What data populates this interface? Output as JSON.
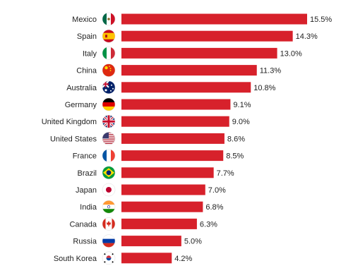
{
  "chart_data": {
    "type": "bar",
    "orientation": "horizontal",
    "categories": [
      "Mexico",
      "Spain",
      "Italy",
      "China",
      "Australia",
      "Germany",
      "United Kingdom",
      "United States",
      "France",
      "Brazil",
      "Japan",
      "India",
      "Canada",
      "Russia",
      "South Korea"
    ],
    "values": [
      15.5,
      14.3,
      13.0,
      11.3,
      10.8,
      9.1,
      9.0,
      8.6,
      8.5,
      7.7,
      7.0,
      6.8,
      6.3,
      5.0,
      4.2
    ],
    "value_labels": [
      "15.5%",
      "14.3%",
      "13.0%",
      "11.3%",
      "10.8%",
      "9.1%",
      "9.0%",
      "8.6%",
      "8.5%",
      "7.7%",
      "7.0%",
      "6.8%",
      "6.3%",
      "5.0%",
      "4.2%"
    ],
    "title": "",
    "xlabel": "",
    "ylabel": "",
    "xlim": [
      0,
      15.5
    ],
    "grid": false,
    "bar_color": "#d7212b",
    "flags": [
      "mexico-flag-icon",
      "spain-flag-icon",
      "italy-flag-icon",
      "china-flag-icon",
      "australia-flag-icon",
      "germany-flag-icon",
      "united-kingdom-flag-icon",
      "united-states-flag-icon",
      "france-flag-icon",
      "brazil-flag-icon",
      "japan-flag-icon",
      "india-flag-icon",
      "canada-flag-icon",
      "russia-flag-icon",
      "south-korea-flag-icon"
    ]
  }
}
